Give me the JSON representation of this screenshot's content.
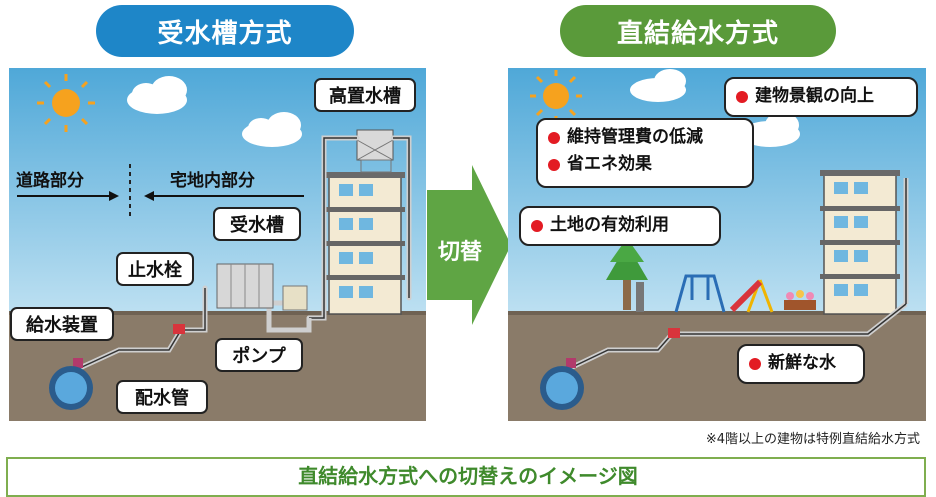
{
  "left": {
    "title": "受水槽方式",
    "labels": {
      "road": "道路部分",
      "site": "宅地内部分",
      "elevated_tank": "高置水槽",
      "receiving_tank": "受水槽",
      "stop_valve": "止水栓",
      "supply_device": "給水装置",
      "pump": "ポンプ",
      "main_pipe": "配水管"
    }
  },
  "arrow": {
    "label": "切替"
  },
  "right": {
    "title": "直結給水方式",
    "bubbles": {
      "landscape": "建物景観の向上",
      "maintenance": "維持管理費の低減",
      "energy": "省エネ効果",
      "land_use": "土地の有効利用",
      "fresh_water": "新鮮な水"
    }
  },
  "footnote": "※4階以上の建物は特例直結給水方式",
  "caption": "直結給水方式への切替えのイメージ図",
  "colors": {
    "left_title": "#1e86c8",
    "right_title": "#5a9a3a",
    "arrow": "#5fa544",
    "bullet": "#e31b23"
  }
}
